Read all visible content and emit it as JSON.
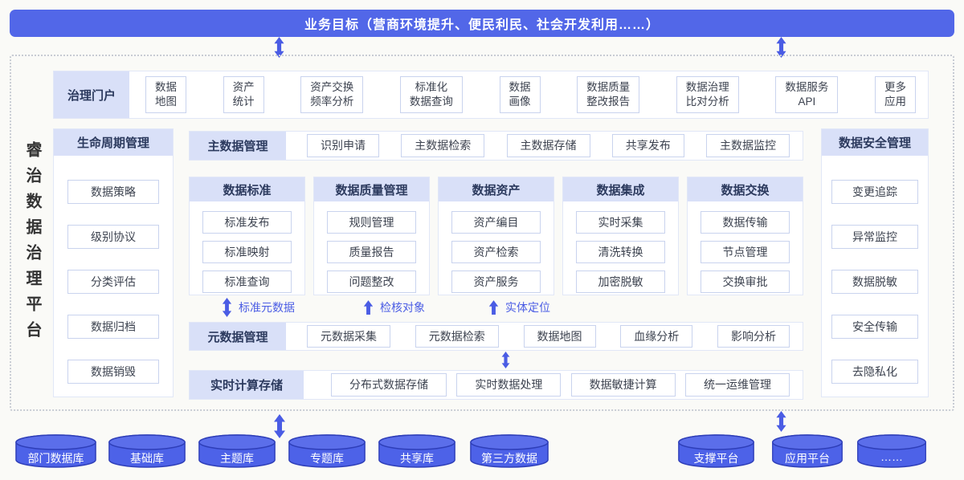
{
  "banner": {
    "title": "业务目标（营商环境提升、便民利民、社会开发利用……）"
  },
  "platform_title": "睿治数据治理平台",
  "portal": {
    "header": "治理门户",
    "items": [
      "数据\n地图",
      "资产\n统计",
      "资产交换\n频率分析",
      "标准化\n数据查询",
      "数据\n画像",
      "数据质量\n整改报告",
      "数据治理\n比对分析",
      "数据服务\nAPI",
      "更多\n应用"
    ]
  },
  "lifecycle": {
    "header": "生命周期管理",
    "items": [
      "数据策略",
      "级别协议",
      "分类评估",
      "数据归档",
      "数据销毁"
    ]
  },
  "master_data": {
    "header": "主数据管理",
    "items": [
      "识别申请",
      "主数据检索",
      "主数据存储",
      "共享发布",
      "主数据监控"
    ]
  },
  "modules": [
    {
      "header": "数据标准",
      "items": [
        "标准发布",
        "标准映射",
        "标准查询"
      ]
    },
    {
      "header": "数据质量管理",
      "items": [
        "规则管理",
        "质量报告",
        "问题整改"
      ]
    },
    {
      "header": "数据资产",
      "items": [
        "资产编目",
        "资产检索",
        "资产服务"
      ]
    },
    {
      "header": "数据集成",
      "items": [
        "实时采集",
        "清洗转换",
        "加密脱敏"
      ]
    },
    {
      "header": "数据交换",
      "items": [
        "数据传输",
        "节点管理",
        "交换审批"
      ]
    }
  ],
  "flow_labels": [
    "标准元数据",
    "检核对象",
    "实体定位"
  ],
  "metadata": {
    "header": "元数据管理",
    "items": [
      "元数据采集",
      "元数据检索",
      "数据地图",
      "血缘分析",
      "影响分析"
    ]
  },
  "realtime": {
    "header": "实时计算存储",
    "items": [
      "分布式数据存储",
      "实时数据处理",
      "数据敏捷计算",
      "统一运维管理"
    ]
  },
  "security": {
    "header": "数据安全管理",
    "items": [
      "变更追踪",
      "异常监控",
      "数据脱敏",
      "安全传输",
      "去隐私化"
    ]
  },
  "datasources": [
    "部门数据库",
    "基础库",
    "主题库",
    "专题库",
    "共享库",
    "第三方数据"
  ],
  "platforms": [
    "支撑平台",
    "应用平台",
    "……"
  ],
  "colors": {
    "banner_blue": "#5267e8",
    "header_light_blue": "#d9e0f8",
    "arrow_blue": "#4a5ce4",
    "cylinder_blue": "#4d62e8",
    "cylinder_stroke": "#2e3eb8",
    "box_border": "#c9d3ee",
    "header_text": "#2c3a5e"
  }
}
